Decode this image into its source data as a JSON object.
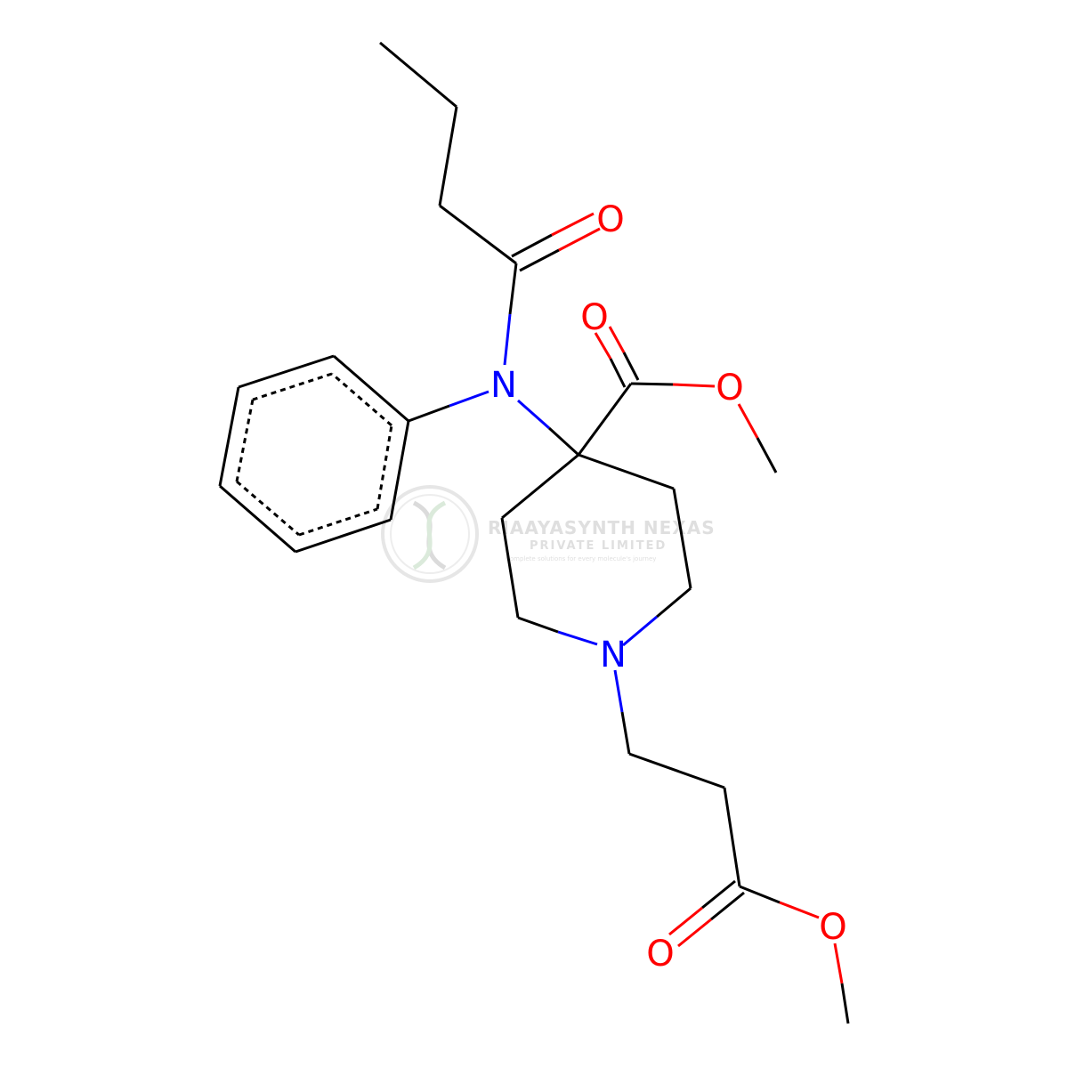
{
  "colors": {
    "bond": "#000000",
    "nitrogen": "#0000ff",
    "oxygen": "#ff0000",
    "watermark": "#dcdcdc"
  },
  "atoms": {
    "o_ketone": "O",
    "o_ester1_carbonyl": "O",
    "o_ester1_ether": "O",
    "n_amide": "N",
    "n_piperidine": "N",
    "o_ester2_ether": "O",
    "o_ester2_carbonyl": "O"
  },
  "watermark": {
    "company": "RIAAYASYNTH NEXAS",
    "subtitle": "PRIVATE LIMITED",
    "tagline": "Complete solutions for every molecule's journey",
    "logo_icon": "dna-helix-icon"
  }
}
